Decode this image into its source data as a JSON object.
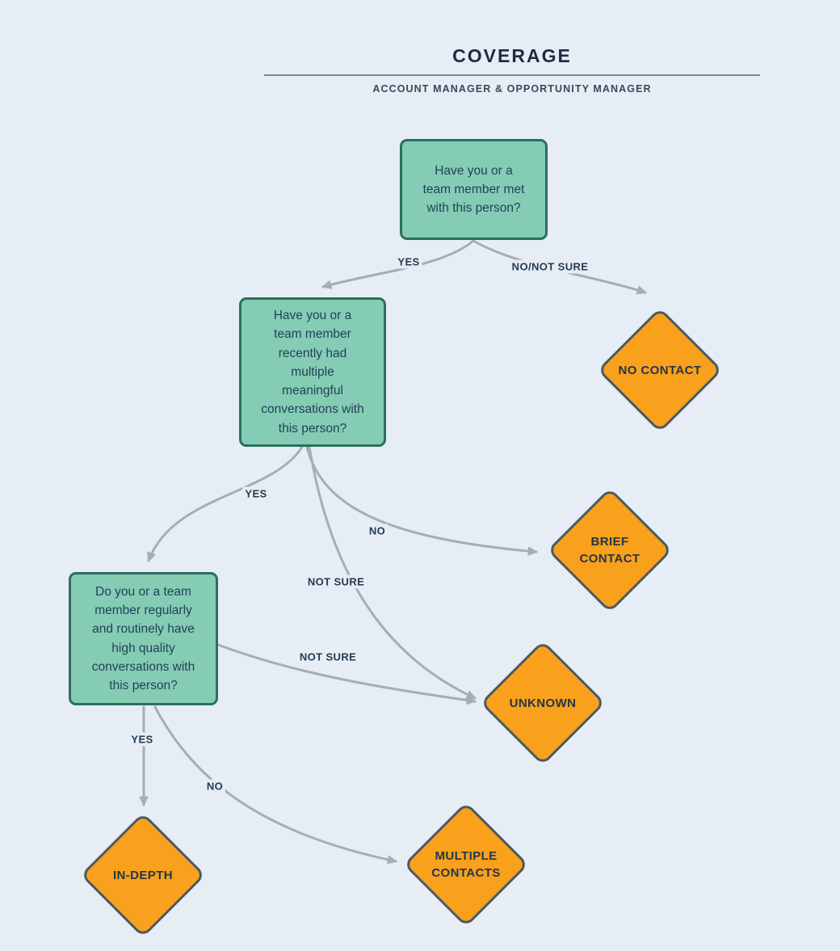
{
  "header": {
    "title": "COVERAGE",
    "subtitle": "ACCOUNT MANAGER & OPPORTUNITY MANAGER"
  },
  "colors": {
    "background": "#e6edf5",
    "question_fill": "#84ccb4",
    "question_border": "#2c6e60",
    "outcome_fill": "#f9a11c",
    "outcome_border": "#4b5962",
    "arrow": "#a6adb3",
    "divider": "#7d868e",
    "text_dark": "#1e2c40"
  },
  "nodes": {
    "q1": {
      "label": "Have you or a\nteam member met\nwith this person?"
    },
    "q2": {
      "label": "Have you or a\nteam member\nrecently had\nmultiple\nmeaningful\nconversations with\nthis person?"
    },
    "q3": {
      "label": "Do you or a team\nmember regularly\nand routinely have\nhigh quality\nconversations with\nthis person?"
    },
    "no_contact": {
      "label": "NO CONTACT"
    },
    "brief_contact": {
      "label": "BRIEF\nCONTACT"
    },
    "unknown": {
      "label": "UNKNOWN"
    },
    "in_depth": {
      "label": "IN-DEPTH"
    },
    "multiple_contacts": {
      "label": "MULTIPLE\nCONTACTS"
    }
  },
  "edges": {
    "q1_yes": {
      "label": "YES"
    },
    "q1_no": {
      "label": "NO/NOT SURE"
    },
    "q2_yes": {
      "label": "YES"
    },
    "q2_no": {
      "label": "NO"
    },
    "q2_not_sure": {
      "label": "NOT SURE"
    },
    "q3_not_sure": {
      "label": "NOT SURE"
    },
    "q3_yes": {
      "label": "YES"
    },
    "q3_no": {
      "label": "NO"
    }
  }
}
